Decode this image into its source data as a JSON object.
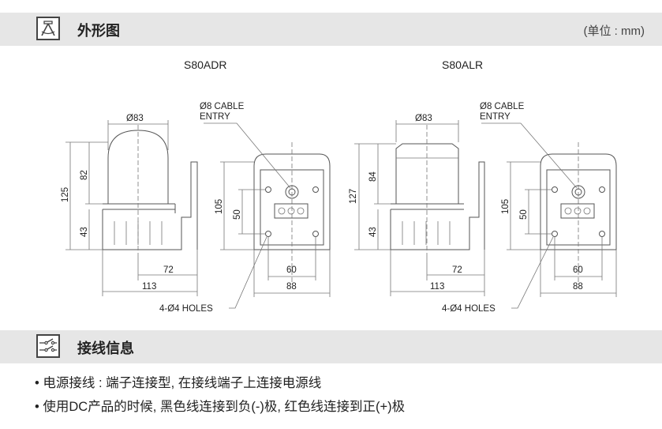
{
  "section1": {
    "title": "外形图",
    "unit": "(单位 : mm)",
    "icon": "drafting-compass-icon"
  },
  "section2": {
    "title": "接线信息",
    "icon": "wiring-switch-icon"
  },
  "models": {
    "left": {
      "name": "S80ADR",
      "cable_entry_line1": "Ø8 CABLE",
      "cable_entry_line2": "ENTRY",
      "holes": "4-Ø4 HOLES",
      "dims": {
        "diameter": "Ø83",
        "total_height": "125",
        "dome_height": "82",
        "base_height": "43",
        "hole_span": "72",
        "depth": "113",
        "front_height": "105",
        "mount_height": "50",
        "hole_width": "60",
        "width": "88"
      }
    },
    "right": {
      "name": "S80ALR",
      "cable_entry_line1": "Ø8 CABLE",
      "cable_entry_line2": "ENTRY",
      "holes": "4-Ø4 HOLES",
      "dims": {
        "diameter": "Ø83",
        "total_height": "127",
        "dome_height": "84",
        "base_height": "43",
        "hole_span": "72",
        "depth": "113",
        "front_height": "105",
        "mount_height": "50",
        "hole_width": "60",
        "width": "88"
      }
    }
  },
  "wiring": {
    "bullet": "•",
    "line1": "电源接线 : 端子连接型, 在接线端子上连接电源线",
    "line2": "使用DC产品的时候, 黑色线连接到负(-)极, 红色线连接到正(+)极"
  }
}
